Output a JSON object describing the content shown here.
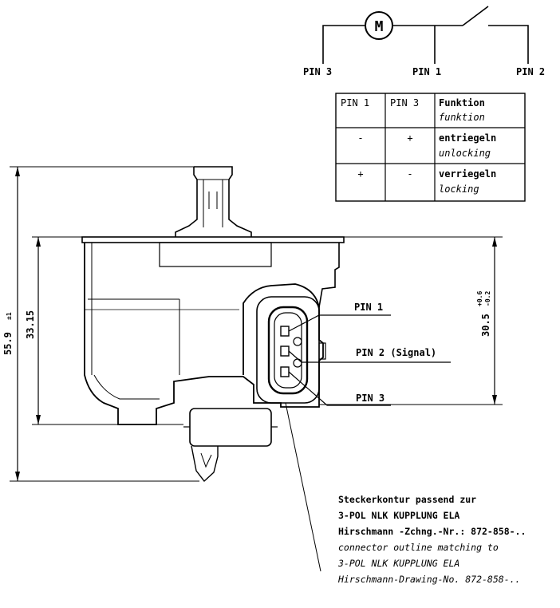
{
  "schematic": {
    "motor_symbol": "M",
    "pins": [
      "PIN 3",
      "PIN 1",
      "PIN 2"
    ]
  },
  "function_table": {
    "headers": [
      "PIN 1",
      "PIN 3"
    ],
    "func_header": "Funktion",
    "func_header_en": "funktion",
    "rows": [
      {
        "pin1": "-",
        "pin3": "+",
        "de": "entriegeln",
        "en": "unlocking"
      },
      {
        "pin1": "+",
        "pin3": "-",
        "de": "verriegeln",
        "en": "locking"
      }
    ]
  },
  "dimensions": {
    "overall_height": "55.9",
    "overall_tol": "±1",
    "body_height": "33.15",
    "right_height": "30.5",
    "right_tol_upper": "+0.6",
    "right_tol_lower": "-0.2"
  },
  "connector_labels": {
    "pin1": "PIN 1",
    "pin2": "PIN 2 (Signal)",
    "pin3": "PIN 3"
  },
  "note_lines": [
    "Steckerkontur passend zur",
    "3-POL NLK KUPPLUNG ELA",
    "Hirschmann -Zchng.-Nr.: 872-858-..",
    "connector outline matching to",
    "3-POL NLK KUPPLUNG ELA",
    "Hirschmann-Drawing-No. 872-858-.."
  ]
}
